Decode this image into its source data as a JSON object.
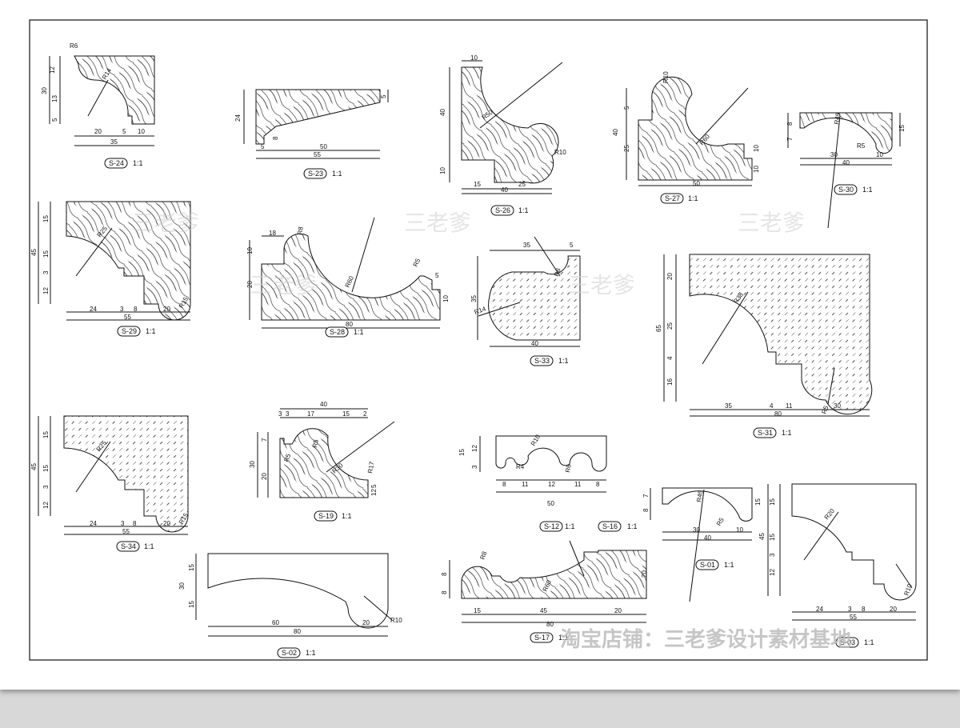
{
  "watermark": "三老爹",
  "shop_watermark": "淘宝店铺：三老爹设计素材基地",
  "scale_note": "1:1",
  "colors": {
    "line": "#111111",
    "paper": "#ffffff",
    "background": "#d8d8d8"
  },
  "drawings": [
    {
      "id": "S-24",
      "dims": [
        "R6",
        "R14",
        "12",
        "30",
        "13",
        "5",
        "5",
        "20",
        "10",
        "35"
      ]
    },
    {
      "id": "S-23",
      "dims": [
        "24",
        "5",
        "8",
        "5",
        "50",
        "55"
      ]
    },
    {
      "id": "S-26",
      "dims": [
        "10",
        "40",
        "10",
        "R50",
        "R10",
        "15",
        "25",
        "40"
      ]
    },
    {
      "id": "S-27",
      "dims": [
        "R10",
        "5",
        "40",
        "25",
        "R60",
        "10",
        "10",
        "50"
      ]
    },
    {
      "id": "S-30",
      "dims": [
        "R45",
        "8",
        "7",
        "15",
        "R5",
        "30",
        "10",
        "40"
      ]
    },
    {
      "id": "S-29",
      "dims": [
        "R25",
        "15",
        "45",
        "15",
        "3",
        "12",
        "24",
        "3",
        "8",
        "20",
        "R15",
        "55"
      ]
    },
    {
      "id": "S-28",
      "dims": [
        "18",
        "R8",
        "10",
        "20",
        "R5",
        "R60",
        "5",
        "10",
        "80"
      ]
    },
    {
      "id": "S-33",
      "dims": [
        "35",
        "5",
        "R8",
        "35",
        "R14",
        "40"
      ]
    },
    {
      "id": "S-31",
      "dims": [
        "R38",
        "20",
        "65",
        "25",
        "4",
        "16",
        "35",
        "4",
        "11",
        "30",
        "R5",
        "80"
      ]
    },
    {
      "id": "S-34",
      "dims": [
        "R25",
        "15",
        "45",
        "15",
        "3",
        "12",
        "24",
        "3",
        "8",
        "20",
        "R15",
        "55"
      ]
    },
    {
      "id": "S-19",
      "dims": [
        "40",
        "3",
        "3",
        "17",
        "15",
        "2",
        "R5",
        "7",
        "30",
        "20",
        "R5",
        "R30",
        "R17",
        "5",
        "12"
      ]
    },
    {
      "id": "S-12",
      "dims": [
        "R10",
        "R4",
        "R6",
        "12",
        "15",
        "3",
        "8",
        "11",
        "12",
        "11",
        "8",
        "50"
      ]
    },
    {
      "id": "S-16",
      "dims": []
    },
    {
      "id": "S-01",
      "dims": [
        "R45",
        "7",
        "8",
        "15",
        "R5",
        "30",
        "10",
        "40"
      ]
    },
    {
      "id": "S-03",
      "dims": [
        "R20",
        "15",
        "45",
        "15",
        "3",
        "12",
        "24",
        "3",
        "8",
        "20",
        "R10",
        "55"
      ]
    },
    {
      "id": "S-02",
      "dims": [
        "15",
        "30",
        "15",
        "60",
        "20",
        "R10",
        "80"
      ]
    },
    {
      "id": "S-17",
      "dims": [
        "R8",
        "8",
        "8",
        "R60",
        "20",
        "15",
        "45",
        "20",
        "80"
      ]
    }
  ]
}
